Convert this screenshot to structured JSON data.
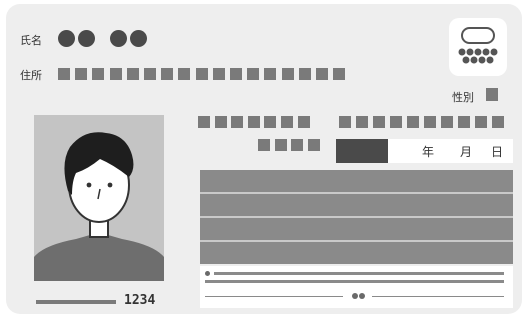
{
  "labels": {
    "name": "氏名",
    "address": "住所",
    "sex": "性別",
    "year": "年",
    "month": "月",
    "day": "日"
  },
  "card_number": "1234",
  "icons": {
    "chip": "ic-chip-icon",
    "portrait": "portrait-photo"
  },
  "colors": {
    "card_bg": "#eeeeee",
    "dark_block": "#4a4a4a",
    "gray_block": "#8a8a8a",
    "placeholder": "#7a7a7a"
  }
}
